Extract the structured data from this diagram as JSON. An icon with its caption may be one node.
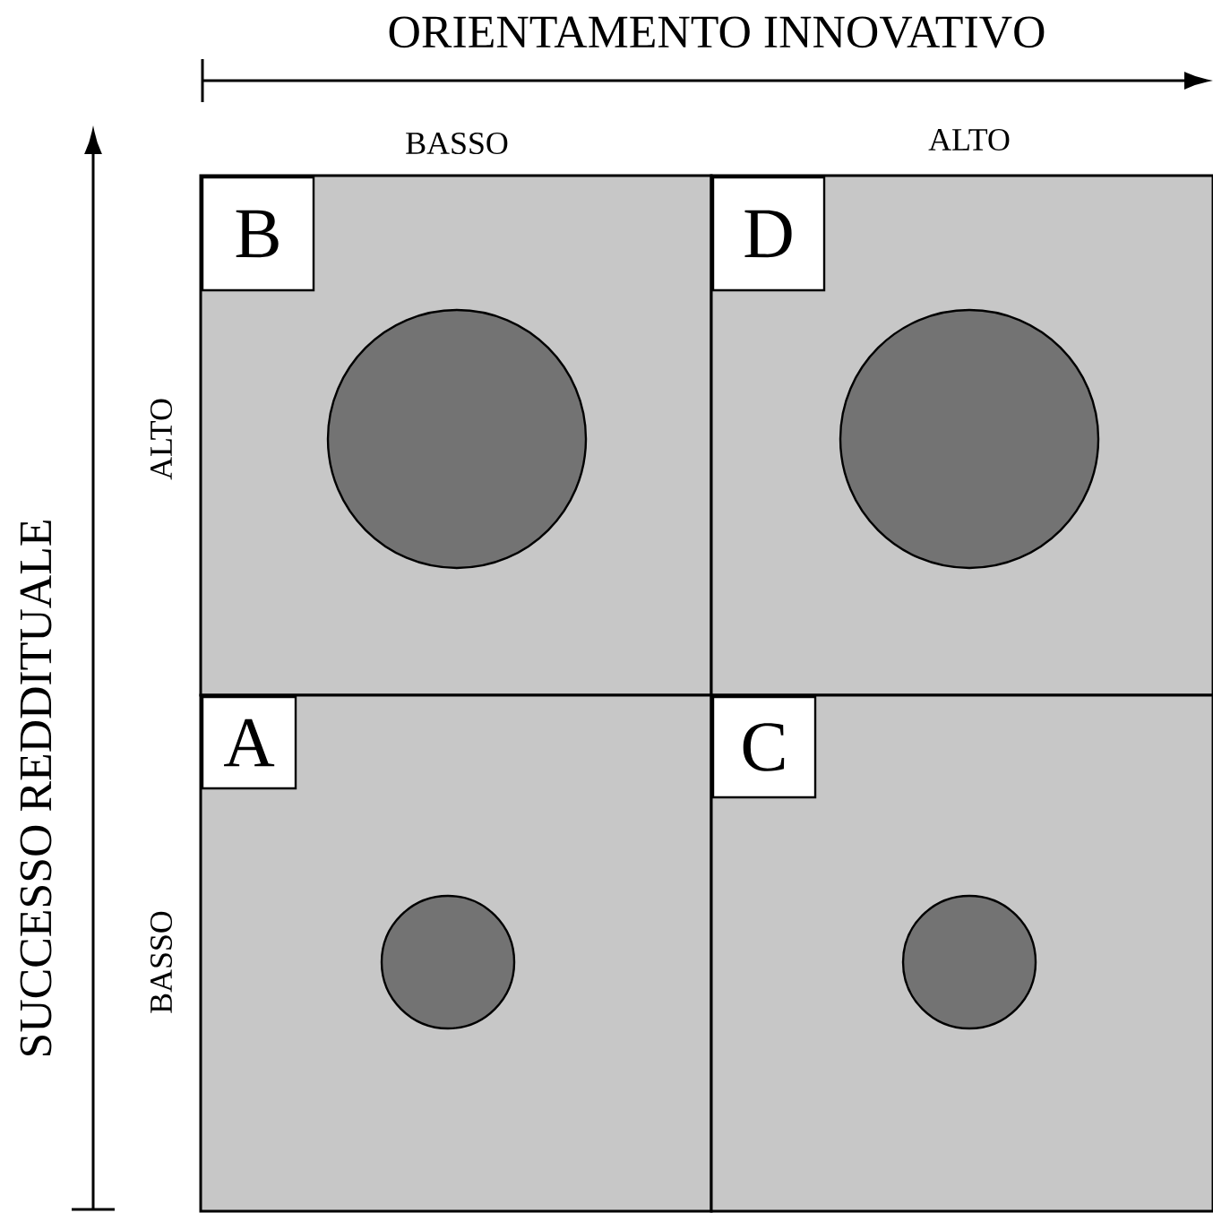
{
  "diagram": {
    "nodes": [
      {
        "text": [
          "B"
        ]
      },
      {
        "text": [
          "D"
        ]
      },
      {
        "text": [
          "A"
        ]
      },
      {
        "text": [
          "C"
        ]
      },
      {
        "text": [],
        "shape": "circle"
      },
      {
        "text": [],
        "shape": "circle"
      },
      {
        "text": [],
        "shape": "circle"
      },
      {
        "text": [],
        "shape": "circle"
      }
    ],
    "labels": [
      "ORIENTAMENTO INNOVATIVO",
      "BASSO",
      "ALTO",
      "SUCCESSO REDDITUALE",
      "ALTO",
      "BASSO"
    ]
  }
}
